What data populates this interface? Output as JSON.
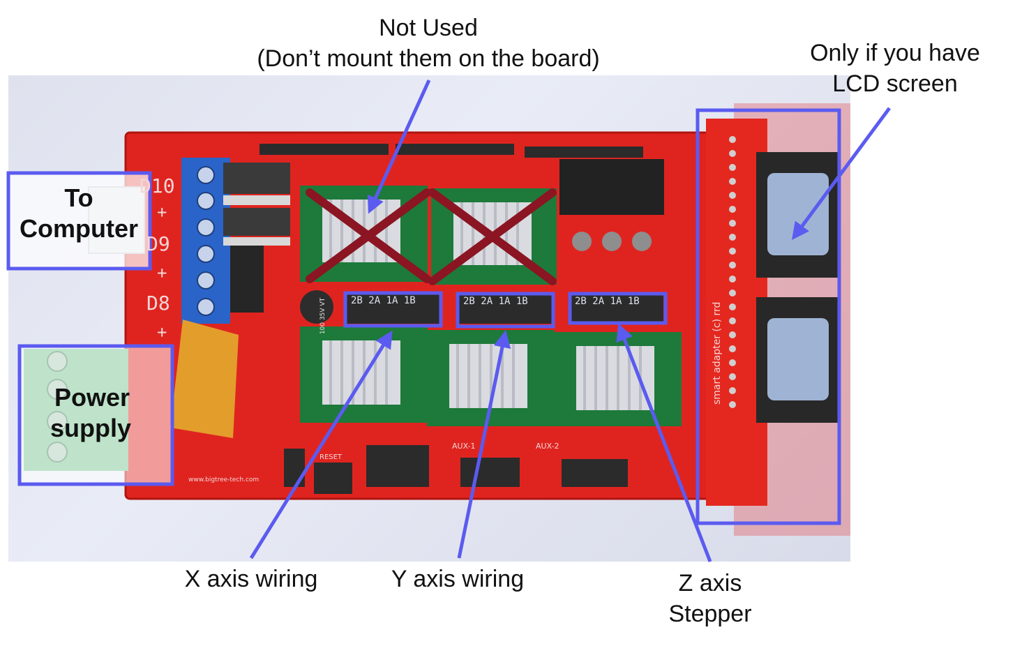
{
  "labels": {
    "not_used_title": "Not Used",
    "not_used_sub": "(Don’t mount them on the board)",
    "lcd_line1": "Only if you have",
    "lcd_line2": "LCD screen",
    "computer_line1": "To",
    "computer_line2": "Computer",
    "power_line1": "Power",
    "power_line2": "supply",
    "x_axis": "X axis wiring",
    "y_axis": "Y axis wiring",
    "z_line1": "Z axis",
    "z_line2": "Stepper"
  },
  "board_markings": {
    "pin_d10": "D10",
    "pin_d9": "D9",
    "pin_d8": "D8",
    "plus": "+",
    "jumper_header": "2B 2A 1A 1B",
    "capacitor": "100 35V VT",
    "adapter": "smart adapter (c) rrd",
    "website": "www.bigtree-tech.com",
    "aux1": "AUX-1",
    "aux2": "AUX-2",
    "reset": "RESET"
  },
  "colors": {
    "callout_box": "#5b5bf0",
    "cross": "#8b1522",
    "board_red": "#e0221f",
    "driver_green": "#1d7a3a",
    "terminal_blue": "#2a64c8",
    "power_green": "#6fc28a"
  }
}
